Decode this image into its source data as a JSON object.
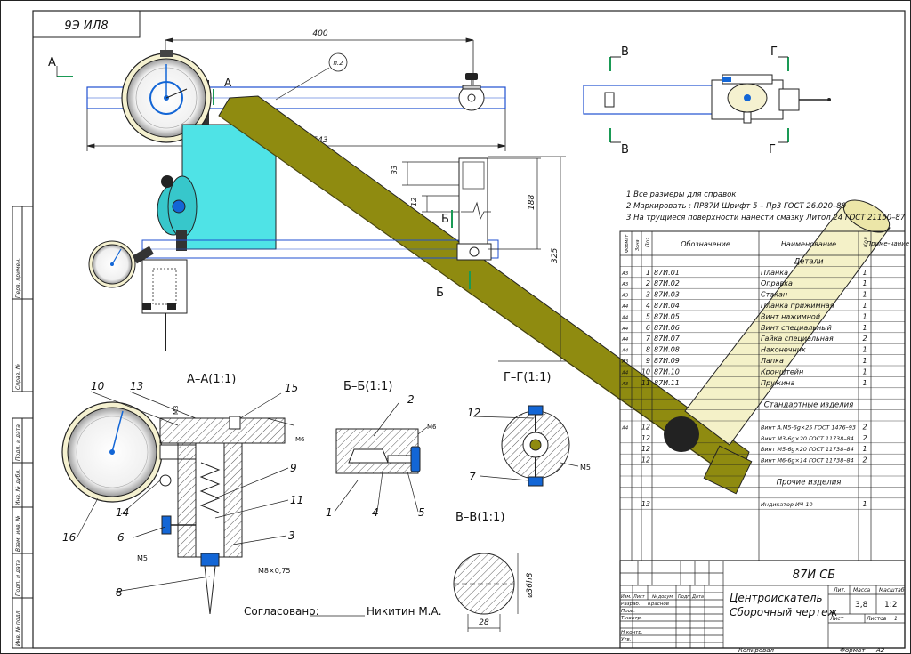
{
  "drawing_code_rotated": "9Э ИЛ8",
  "dims": {
    "d400": "400",
    "d543": "543",
    "d33": "33",
    "d12": "12",
    "d188": "188",
    "d325": "325",
    "d28": "28",
    "d36h8": "⌀36h8",
    "m3": "M3",
    "m6a": "M6",
    "m6b": "M6",
    "m5a": "M5",
    "m5b": "M5",
    "m8": "M8×0,75"
  },
  "markers": {
    "a": "А",
    "b": "Б",
    "v": "В",
    "g": "Г",
    "p2": "п.2"
  },
  "sections": {
    "aa": "А–А(1:1)",
    "bb": "Б–Б(1:1)",
    "gg": "Г–Г(1:1)",
    "vv": "В–В(1:1)"
  },
  "balloons": [
    "10",
    "13",
    "15",
    "2",
    "12",
    "16",
    "14",
    "6",
    "8",
    "9",
    "11",
    "3",
    "1",
    "4",
    "5",
    "7"
  ],
  "notes": [
    "1 Все размеры для справок",
    "2  Маркировать : ПР87И  Шрифт 5 – Пр3 ГОСТ 26.020–80",
    "3  На трущиеся поверхности нанести смазку Литол 24 ГОСТ 21150–87"
  ],
  "approval": {
    "label": "Согласовано:",
    "name": "Никитин М.А."
  },
  "spec": {
    "headers": {
      "format": "Формат",
      "zone": "Зона",
      "pos": "Поз",
      "designation": "Обозначение",
      "name": "Наименование",
      "qty": "Кол",
      "note": "Приме-чание"
    },
    "section_details": "Детали",
    "section_standard": "Стандартные изделия",
    "section_other": "Прочие изделия",
    "details": [
      {
        "fmt": "А3",
        "pos": "1",
        "code": "87И.01",
        "name": "Планка",
        "qty": "1"
      },
      {
        "fmt": "А3",
        "pos": "2",
        "code": "87И.02",
        "name": "Оправка",
        "qty": "1"
      },
      {
        "fmt": "А3",
        "pos": "3",
        "code": "87И.03",
        "name": "Стакан",
        "qty": "1"
      },
      {
        "fmt": "А4",
        "pos": "4",
        "code": "87И.04",
        "name": "Планка прижимная",
        "qty": "1"
      },
      {
        "fmt": "А4",
        "pos": "5",
        "code": "87И.05",
        "name": "Винт нажимной",
        "qty": "1"
      },
      {
        "fmt": "А4",
        "pos": "6",
        "code": "87И.06",
        "name": "Винт специальный",
        "qty": "1"
      },
      {
        "fmt": "А4",
        "pos": "7",
        "code": "87И.07",
        "name": "Гайка специальная",
        "qty": "2"
      },
      {
        "fmt": "А4",
        "pos": "8",
        "code": "87И.08",
        "name": "Наконечник",
        "qty": "1"
      },
      {
        "fmt": "А3",
        "pos": "9",
        "code": "87И.09",
        "name": "Лапка",
        "qty": "1"
      },
      {
        "fmt": "А4",
        "pos": "10",
        "code": "87И.10",
        "name": "Кронштейн",
        "qty": "1"
      },
      {
        "fmt": "А3",
        "pos": "11",
        "code": "87И.11",
        "name": "Пружина",
        "qty": "1"
      }
    ],
    "standard": [
      {
        "fmt": "А4",
        "pos": "12",
        "name": "Винт А.М5-6g×25 ГОСТ 1476–93",
        "qty": "2"
      },
      {
        "fmt": "",
        "pos": "12",
        "name": "Винт М3-6g×20 ГОСТ 11738–84",
        "qty": "2"
      },
      {
        "fmt": "",
        "pos": "12",
        "name": "Винт М5-6g×20 ГОСТ 11738–84",
        "qty": "1"
      },
      {
        "fmt": "",
        "pos": "12",
        "name": "Винт М6-6g×14 ГОСТ 11738–84",
        "qty": "2"
      }
    ],
    "other": [
      {
        "fmt": "",
        "pos": "13",
        "name": "Индикатор ИЧ-10",
        "qty": "1"
      }
    ]
  },
  "title_block": {
    "doc_code": "87И СБ",
    "title1": "Центроискатель",
    "title2": "Сборочный чертеж",
    "lit_label": "Лит.",
    "mass_label": "Масса",
    "scale_label": "Масштаб",
    "mass": "3,8",
    "scale": "1:2",
    "sheet_label": "Лист",
    "sheets_label": "Листов",
    "sheets": "1",
    "h_izm": "Изм.",
    "h_list": "Лист",
    "h_ndoc": "№ докум.",
    "h_podp": "Подп.",
    "h_data": "Дата",
    "r_razrab": "Разраб.",
    "razrab_name": "Краснов",
    "r_prov": "Пров.",
    "r_tkontr": "Т.контр.",
    "r_nkontr": "Н.контр.",
    "r_utv": "Утв."
  },
  "margin_labels": [
    "Перв. примен.",
    "Справ. №",
    "Подп. и дата",
    "Инв. № дубл.",
    "Взам. инв. №",
    "Подп. и дата",
    "Инв. № подл."
  ],
  "footer": {
    "copied": "Копировал",
    "format_label": "Формат",
    "format": "А2"
  },
  "colors": {
    "line": "#1a1a1a",
    "dim_blue": "#1f4fd0",
    "cyan_body": "#4fe3e6",
    "olive_arm": "#8f8b10",
    "cream_tube": "#f4f1c8",
    "indicator_blue": "#1366d6",
    "green_mark": "#1a9a55",
    "hatch": "#333333"
  }
}
